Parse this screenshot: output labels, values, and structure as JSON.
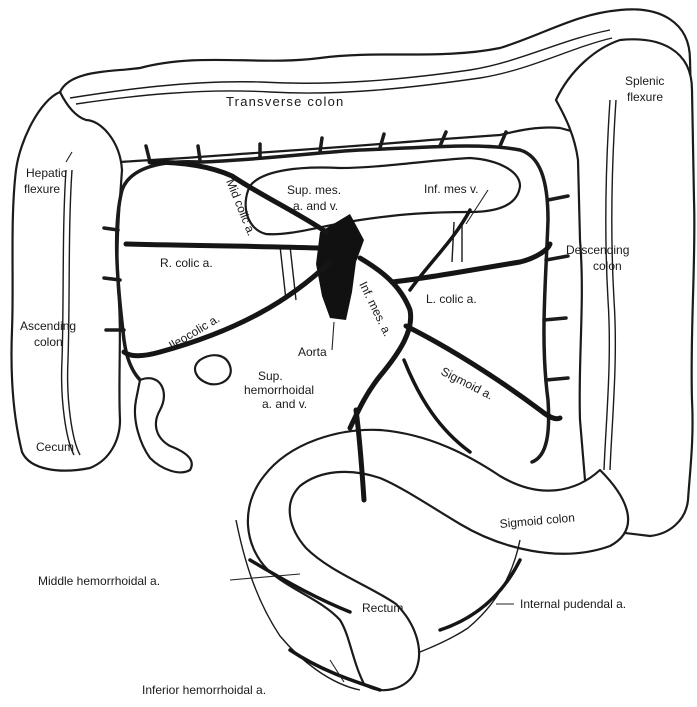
{
  "labels": {
    "transverse_colon": "Transverse colon",
    "splenic_flexure_1": "Splenic",
    "splenic_flexure_2": "flexure",
    "hepatic_flexure_1": "Hepatic",
    "hepatic_flexure_2": "flexure",
    "sup_mes_1": "Sup. mes.",
    "sup_mes_2": "a. and v.",
    "mid_colic": "Mid colic a.",
    "inf_mes_v": "Inf. mes v.",
    "descending_colon_1": "Descending",
    "descending_colon_2": "colon",
    "r_colic": "R. colic a.",
    "l_colic": "L. colic a.",
    "inf_mes_a": "Inf. mes. a.",
    "ileocolic": "Ileocolic a.",
    "ascending_colon_1": "Ascending",
    "ascending_colon_2": "colon",
    "aorta": "Aorta",
    "sup_hem_1": "Sup.",
    "sup_hem_2": "hemorrhoidal",
    "sup_hem_3": "a. and v.",
    "sigmoid_a": "Sigmoid a.",
    "cecum": "Cecum",
    "sigmoid_colon": "Sigmoid colon",
    "middle_hem": "Middle hemorrhoidal a.",
    "rectum": "Rectum",
    "internal_pudendal": "Internal pudendal a.",
    "inferior_hem": "Inferior hemorrhoidal a."
  }
}
